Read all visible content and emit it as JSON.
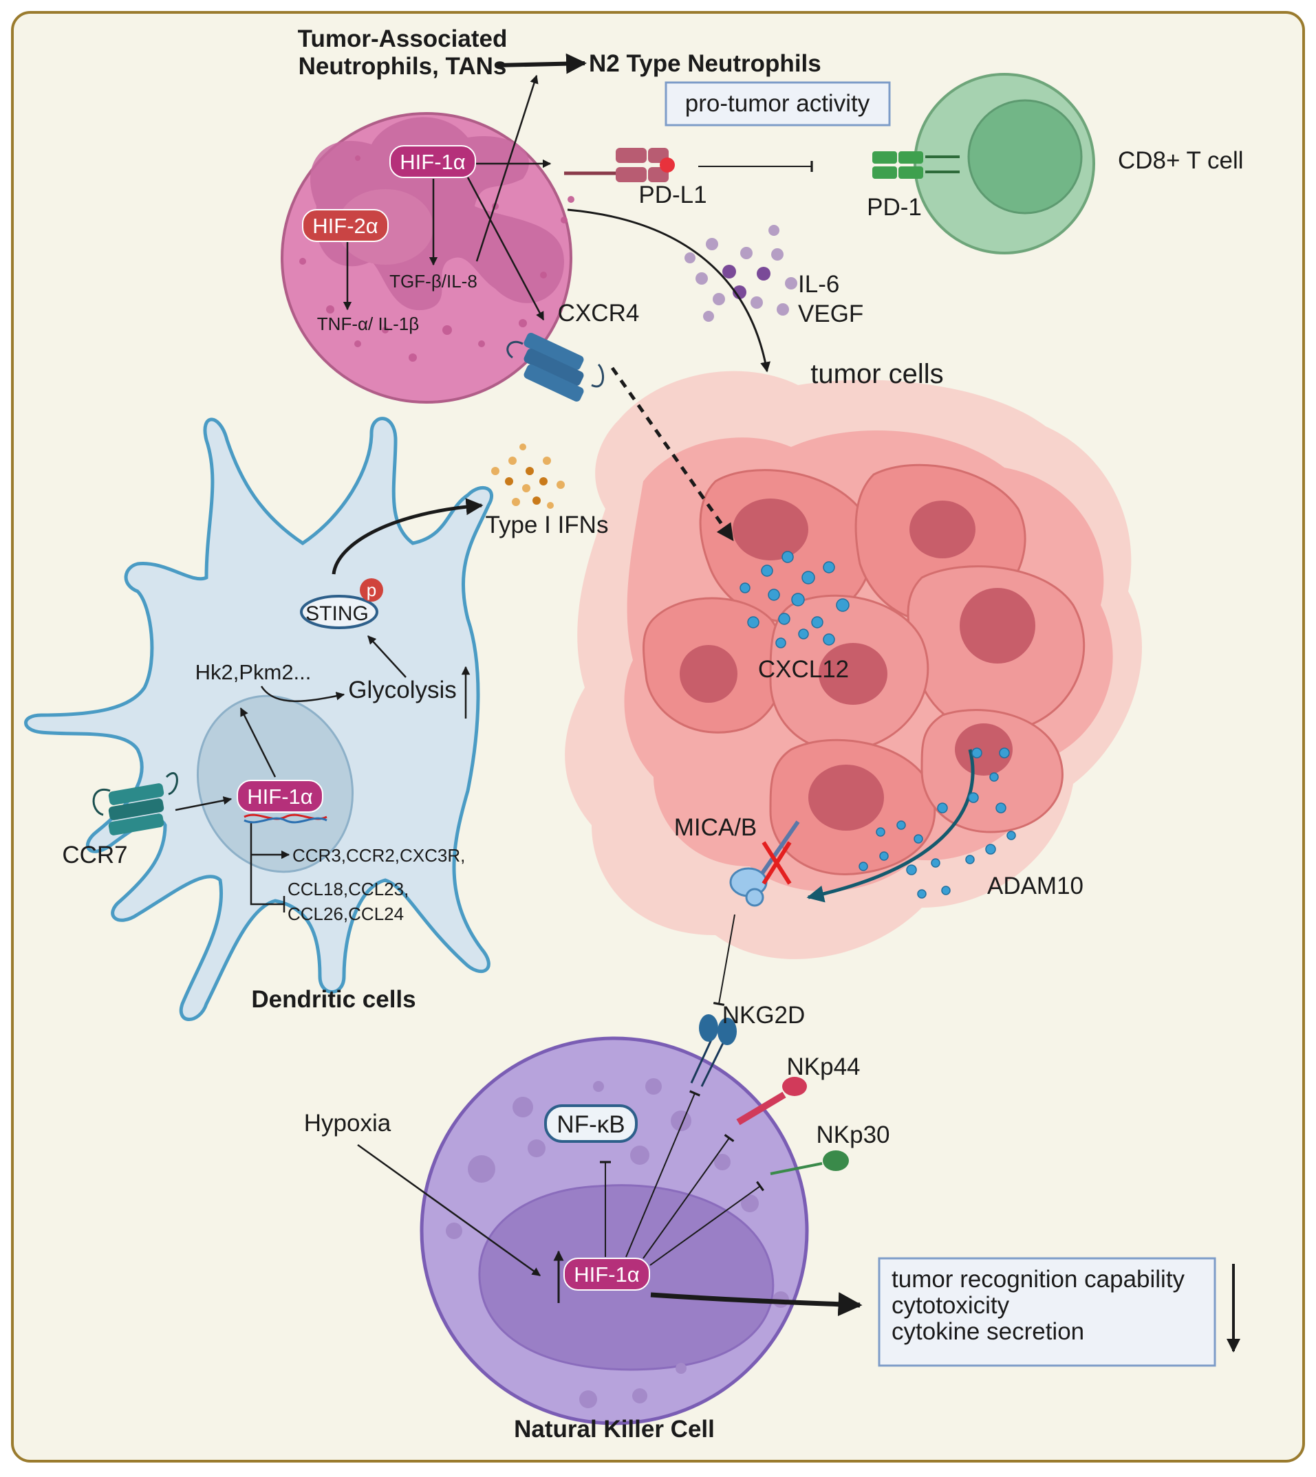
{
  "neutrophil": {
    "tan_line1": "Tumor-Associated",
    "tan_line2": "Neutrophils, TANs",
    "n2_title": "N2 Type Neutrophils",
    "pro_tumor": "pro-tumor activity",
    "hif1a": "HIF-1α",
    "hif2a": "HIF-2α",
    "tgf": "TGF-β/IL-8",
    "tnf": "TNF-α/ IL-1β",
    "cxcr4": "CXCR4",
    "pdl1": "PD-L1"
  },
  "tcell": {
    "name": "CD8+ T cell",
    "pd1": "PD-1"
  },
  "cytokines": {
    "il6": "IL-6",
    "vegf": "VEGF"
  },
  "tumor": {
    "title": "tumor cells",
    "cxcl12": "CXCL12",
    "mica": "MICA/B",
    "adam10": "ADAM10"
  },
  "dendritic": {
    "title": "Dendritic cells",
    "type1ifn": "Type I IFNs",
    "sting": "STING",
    "phospho": "p",
    "hk2": "Hk2,Pkm2...",
    "glycolysis": "Glycolysis",
    "hif1a": "HIF-1α",
    "ccr7": "CCR7",
    "ccr_list": "CCR3,CCR2,CXC3R,",
    "ccl_line1": "CCL18,CCL23,",
    "ccl_line2": "CCL26,CCL24"
  },
  "nk": {
    "title": "Natural Killer Cell",
    "hypoxia": "Hypoxia",
    "nfkb": "NF-κB",
    "hif1a": "HIF-1α",
    "nkg2d": "NKG2D",
    "nkp44": "NKp44",
    "nkp30": "NKp30",
    "effects": [
      "tumor recognition capability",
      "cytotoxicity",
      "cytokine secretion"
    ]
  },
  "colors": {
    "background": "#f6f4e8",
    "frame": "#9a7b2e",
    "hif1a_pill": "#b5307a",
    "hif2a_pill": "#c94444",
    "neutrophil": "#df86b6",
    "dendritic": "#d6e4ee",
    "nk_cell": "#b7a3dc",
    "tumor": "#f0a0a0",
    "tcell": "#a6d2b0"
  }
}
